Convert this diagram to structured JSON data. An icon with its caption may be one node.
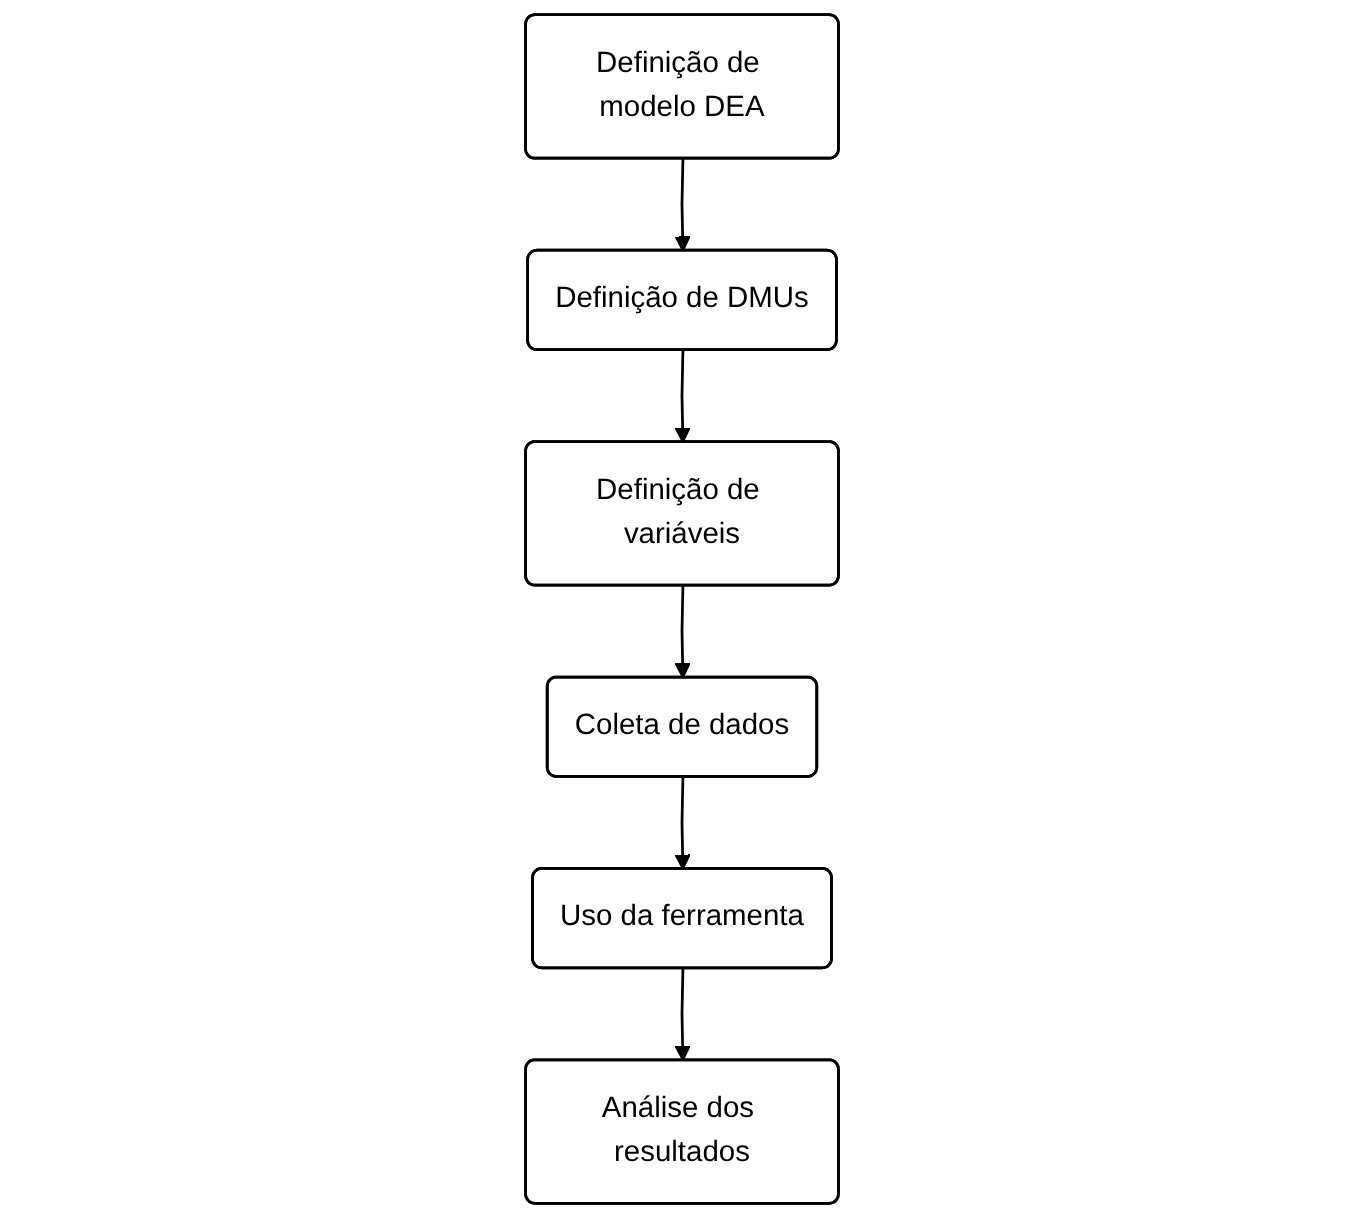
{
  "diagram": {
    "nodes": [
      {
        "text": [
          "Definição de modelo DEA"
        ]
      },
      {
        "text": [
          "Definição de DMUs"
        ]
      },
      {
        "text": [
          "Definição de variáveis"
        ]
      },
      {
        "text": [
          "Coleta de dados"
        ]
      },
      {
        "text": [
          "Uso da ferramenta"
        ]
      },
      {
        "text": [
          "Análise dos resultados"
        ]
      }
    ],
    "edges": [
      {
        "from": 0,
        "to": 1,
        "arrow": "to"
      },
      {
        "from": 1,
        "to": 2,
        "arrow": "to"
      },
      {
        "from": 2,
        "to": 3,
        "arrow": "to"
      },
      {
        "from": 3,
        "to": 4,
        "arrow": "to"
      },
      {
        "from": 4,
        "to": 5,
        "arrow": "to"
      }
    ]
  }
}
